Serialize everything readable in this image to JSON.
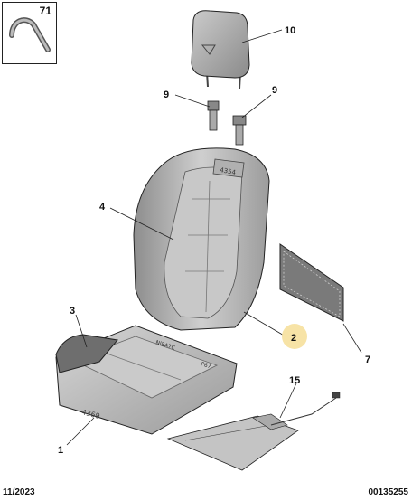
{
  "inset": {
    "part_number": "71"
  },
  "callouts": [
    {
      "id": "c10",
      "label": "10"
    },
    {
      "id": "c9a",
      "label": "9"
    },
    {
      "id": "c9b",
      "label": "9"
    },
    {
      "id": "c4",
      "label": "4"
    },
    {
      "id": "c3",
      "label": "3"
    },
    {
      "id": "c2",
      "label": "2",
      "highlighted": true
    },
    {
      "id": "c7",
      "label": "7"
    },
    {
      "id": "c15",
      "label": "15"
    },
    {
      "id": "c1",
      "label": "1"
    }
  ],
  "part_markings": {
    "back_code": "4354",
    "cushion_code": "4369",
    "cushion_tag_a": "Nl8A7C",
    "cushion_tag_b": "P67"
  },
  "footer": {
    "date": "11/2023",
    "doc_code": "00135255"
  },
  "colors": {
    "highlight": "#f7e3a6",
    "part_fill": "#bdbdbd",
    "part_dark": "#6e6e6e",
    "line": "#222222"
  }
}
